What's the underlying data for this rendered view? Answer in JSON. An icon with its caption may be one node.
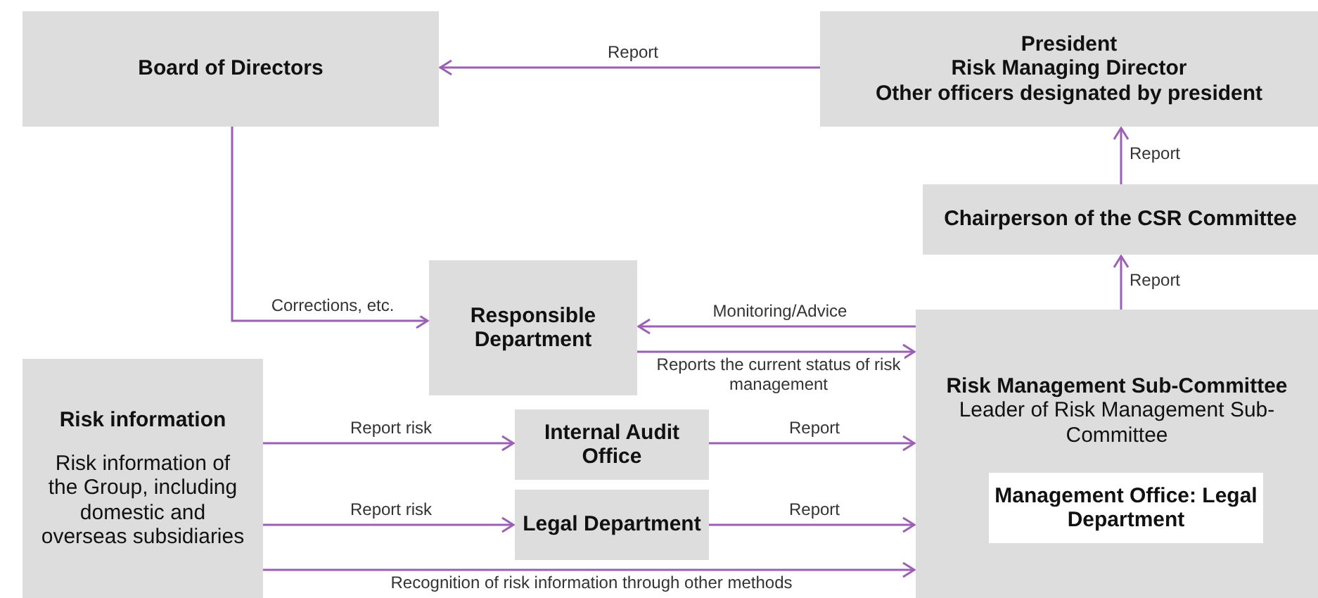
{
  "diagram": {
    "nodes": [
      {
        "text": [
          "Board of Directors"
        ]
      },
      {
        "text": [
          "President",
          "Risk Managing Director",
          "Other officers designated by president"
        ]
      },
      {
        "text": [
          "Chairperson of the CSR Committee"
        ]
      },
      {
        "text": [
          "Responsible Department"
        ]
      },
      {
        "text": [
          "Risk Management Sub-Committee",
          "Leader of Risk Management Sub-Committee"
        ]
      },
      {
        "text": [
          "Management Office: Legal Department"
        ],
        "in": 4
      },
      {
        "text": [
          "Risk information",
          "Risk information of the Group, including domestic and overseas subsidiaries"
        ]
      },
      {
        "text": [
          "Internal Audit Office"
        ]
      },
      {
        "text": [
          "Legal Department"
        ]
      }
    ],
    "edges": [
      {
        "from": 1,
        "to": 0,
        "arrow": "to",
        "label": "Report"
      },
      {
        "from": 2,
        "to": 1,
        "arrow": "to",
        "label": "Report"
      },
      {
        "from": 4,
        "to": 2,
        "arrow": "to",
        "label": "Report"
      },
      {
        "from": 0,
        "to": 3,
        "arrow": "to",
        "label": "Corrections, etc."
      },
      {
        "from": 4,
        "to": 3,
        "arrow": "to",
        "label": "Monitoring/Advice"
      },
      {
        "from": 3,
        "to": 4,
        "arrow": "to",
        "label": "Reports the current status of risk management"
      },
      {
        "from": 6,
        "to": 7,
        "arrow": "to",
        "label": "Report risk"
      },
      {
        "from": 7,
        "to": 4,
        "arrow": "to",
        "label": "Report"
      },
      {
        "from": 6,
        "to": 8,
        "arrow": "to",
        "label": "Report risk"
      },
      {
        "from": 8,
        "to": 4,
        "arrow": "to",
        "label": "Report"
      },
      {
        "from": 6,
        "to": 4,
        "arrow": "to",
        "label": "Recognition of risk information through other methods"
      }
    ]
  }
}
